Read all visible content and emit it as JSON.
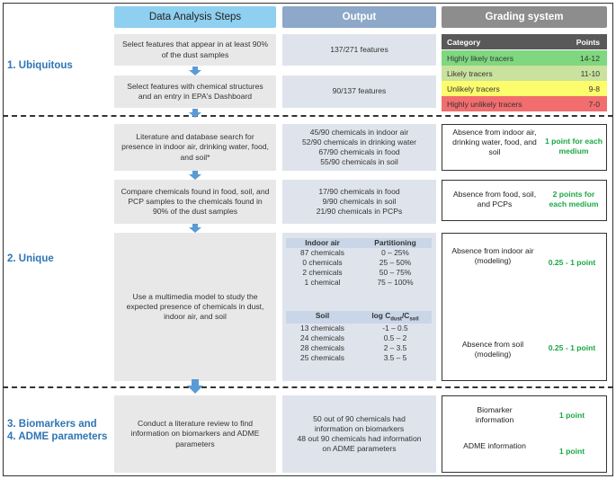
{
  "headers": {
    "steps": "Data Analysis Steps",
    "output": "Output",
    "grading": "Grading system"
  },
  "phases": {
    "ubiquitous": "1. Ubiquitous",
    "unique": "2. Unique",
    "biomarkers_line1": "3. Biomarkers and",
    "biomarkers_line2": "4. ADME parameters"
  },
  "steps": {
    "s1": "Select features that appear in at least 90% of the dust samples",
    "s2": "Select features with chemical structures and an entry in EPA's Dashboard",
    "s3": "Literature and database search for presence in indoor air, drinking water, food, and soil*",
    "s4": "Compare chemicals found in food, soil, and PCP samples to the chemicals found in 90% of the dust samples",
    "s5": "Use a multimedia model to study the expected presence of chemicals in dust, indoor air, and soil",
    "s6": "Conduct a literature review to find information on biomarkers and ADME parameters"
  },
  "outputs": {
    "o1": "137/271 features",
    "o2": "90/137 features",
    "o3": [
      "45/90 chemicals in indoor air",
      "52/90 chemicals in drinking water",
      "67/90 chemicals in food",
      "55/90 chemicals in soil"
    ],
    "o4": [
      "17/90 chemicals in food",
      "9/90 chemicals in soil",
      "21/90 chemicals in PCPs"
    ],
    "o6": [
      "50 out of 90 chemicals had",
      "information on biomarkers",
      "48 out 90 chemicals had information",
      "on ADME parameters"
    ]
  },
  "model_table": {
    "air_head": [
      "Indoor air",
      "Partitioning"
    ],
    "air_rows": [
      [
        "87 chemicals",
        "0 – 25%"
      ],
      [
        "0 chemicals",
        "25 – 50%"
      ],
      [
        "2 chemicals",
        "50 – 75%"
      ],
      [
        "1 chemical",
        "75 – 100%"
      ]
    ],
    "soil_head_left": "Soil",
    "soil_head_right": {
      "log": "log C",
      "sub1": "dust",
      "slash": "/C",
      "sub2": "soil"
    },
    "soil_rows": [
      [
        "13 chemicals",
        "-1 – 0.5"
      ],
      [
        "24 chemicals",
        "0.5 – 2"
      ],
      [
        "28 chemicals",
        "2 – 3.5"
      ],
      [
        "25 chemicals",
        "3.5 – 5"
      ]
    ]
  },
  "grading_table": {
    "head": [
      "Category",
      "Points"
    ],
    "rows": [
      {
        "category": "Highly likely tracers",
        "points": "14-12",
        "color": "#7fd77f"
      },
      {
        "category": "Likely tracers",
        "points": "11-10",
        "color": "#c9e29e"
      },
      {
        "category": "Unlikely tracers",
        "points": "9-8",
        "color": "#fdfc6c"
      },
      {
        "category": "Highly unlikely tracers",
        "points": "7-0",
        "color": "#f26d6d"
      }
    ]
  },
  "grading": {
    "g1_text": "Absence from indoor air, drinking water, food, and soil",
    "g1_points": "1 point for each medium",
    "g2_text": "Absence from food, soil, and PCPs",
    "g2_points": "2 points for each medium",
    "g3_text": "Absence from indoor air (modeling)",
    "g3_points": "0.25 - 1 point",
    "g4_text": "Absence from soil (modeling)",
    "g4_points": "0.25 - 1 point",
    "g5_text": "Biomarker information",
    "g5_points": "1 point",
    "g6_text": "ADME information",
    "g6_points": "1 point"
  },
  "colors": {
    "phase": "#2e75b6",
    "points_green": "#1aa845",
    "arrow": "#5b9bd5"
  }
}
